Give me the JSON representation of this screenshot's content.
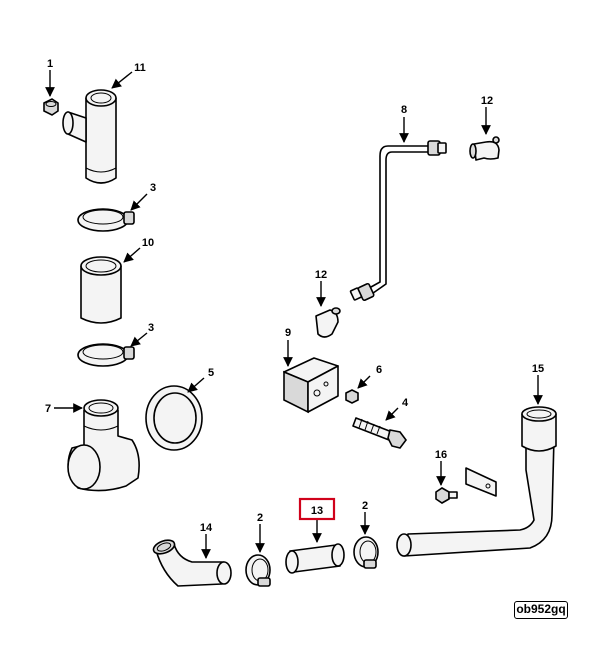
{
  "callouts": {
    "c1": "1",
    "c11": "11",
    "c3a": "3",
    "c10": "10",
    "c3b": "3",
    "c7": "7",
    "c5": "5",
    "c8": "8",
    "c12a": "12",
    "c12b": "12",
    "c9": "9",
    "c6": "6",
    "c4": "4",
    "c15": "15",
    "c16": "16",
    "c14": "14",
    "c2a": "2",
    "c13": "13",
    "c2b": "2"
  },
  "highlighted_callout": "13",
  "highlight_color": "#d0021b",
  "reference_code": "ob952gq"
}
